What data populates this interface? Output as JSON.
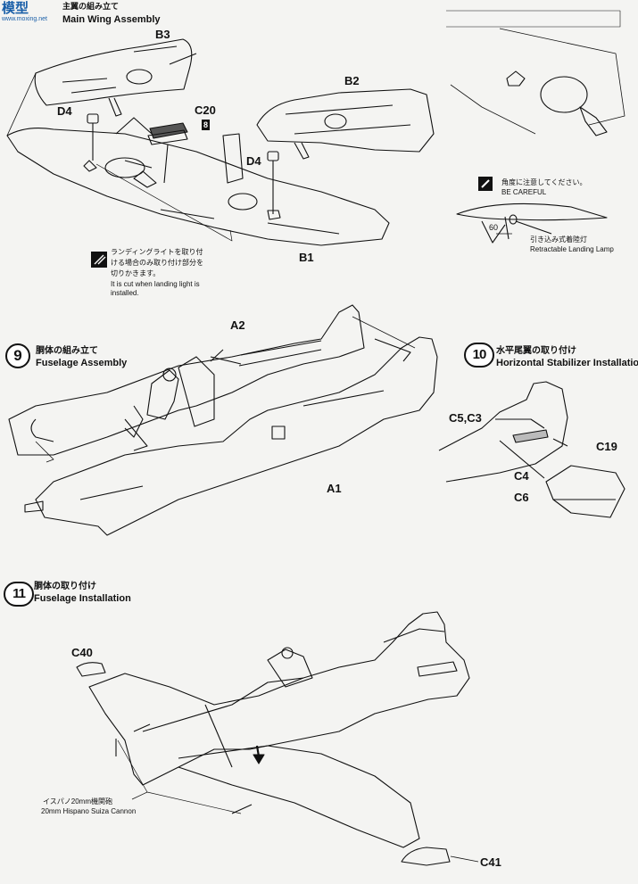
{
  "watermark": {
    "brand": "模型",
    "site": "www.moxing.net"
  },
  "step8": {
    "title_en": "Main Wing Assembly",
    "title_jp": "主翼の組み立て"
  },
  "step9": {
    "number": "9",
    "title_jp": "胴体の組み立て",
    "title_en": "Fuselage Assembly"
  },
  "step10": {
    "number": "10",
    "title_jp": "水平尾翼の取り付け",
    "title_en": "Horizontal Stabilizer Installation"
  },
  "step11": {
    "number": "11",
    "title_jp": "胴体の取り付け",
    "title_en": "Fuselage Installation"
  },
  "parts": {
    "b3": "B3",
    "b2": "B2",
    "b1": "B1",
    "c20": "C20",
    "badge8": "8",
    "d4_left": "D4",
    "d4_right": "D4",
    "a2": "A2",
    "a1": "A1",
    "c5c3": "C5,C3",
    "c19": "C19",
    "c4": "C4",
    "c6": "C6",
    "c40": "C40",
    "c41": "C41"
  },
  "notes": {
    "cut_jp_1": "ランディングライトを取り付",
    "cut_jp_2": "ける場合のみ取り付け部分を",
    "cut_jp_3": "切りかきます。",
    "cut_en_1": "It is cut when landing light is",
    "cut_en_2": "installed.",
    "careful_jp": "角度に注意してください。",
    "careful_en": "BE CAREFUL",
    "angle": "60",
    "lamp_jp": "引き込み式着陸灯",
    "lamp_en": "Retractable Landing Lamp",
    "cannon_jp": "イスパノ20mm機関砲",
    "cannon_en": "20mm Hispano Suiza Cannon"
  },
  "colors": {
    "line": "#111111",
    "paper": "#f4f4f2",
    "watermark": "#1a5fa8"
  }
}
